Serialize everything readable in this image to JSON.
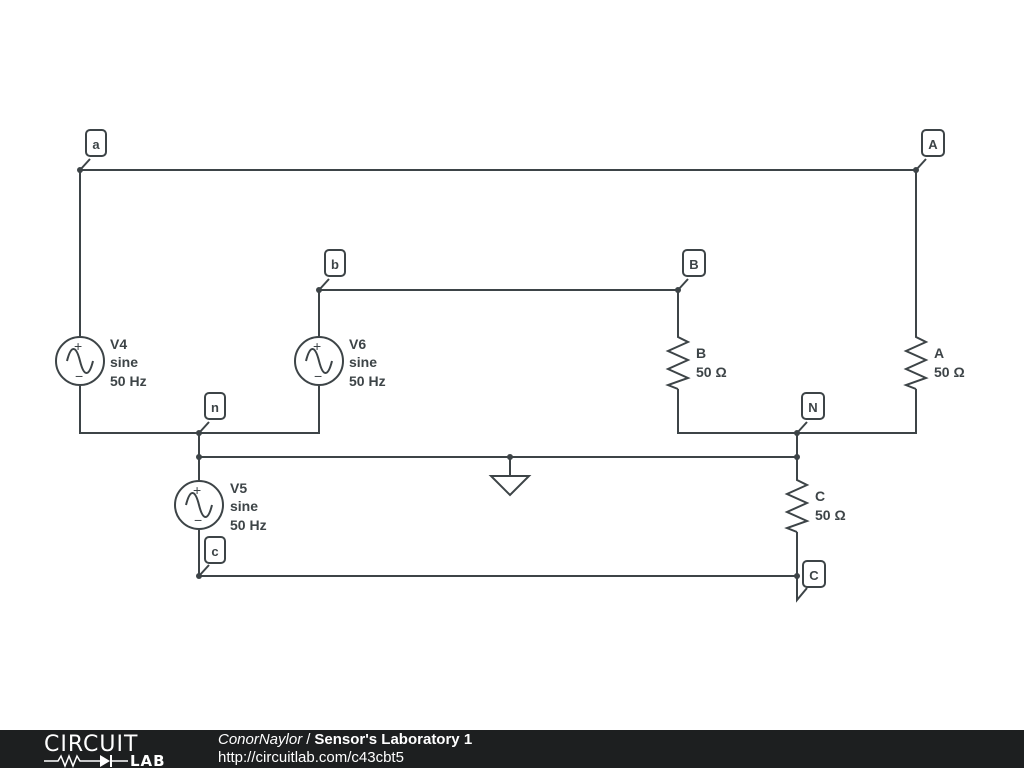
{
  "diagram": {
    "sources": [
      {
        "name": "V4",
        "type": "sine",
        "freq": "50 Hz"
      },
      {
        "name": "V6",
        "type": "sine",
        "freq": "50 Hz"
      },
      {
        "name": "V5",
        "type": "sine",
        "freq": "50 Hz"
      }
    ],
    "resistors": [
      {
        "name": "B",
        "value": "50 Ω"
      },
      {
        "name": "A",
        "value": "50 Ω"
      },
      {
        "name": "C",
        "value": "50 Ω"
      }
    ],
    "net_labels": [
      "a",
      "A",
      "b",
      "B",
      "n",
      "N",
      "c",
      "C"
    ],
    "ground": "ground"
  },
  "footer": {
    "logo_top": "CIRCUIT",
    "logo_bottom": "LAB",
    "author": "ConorNaylor",
    "separator": "/",
    "title": "Sensor's Laboratory 1",
    "url": "http://circuitlab.com/c43cbt5"
  },
  "colors": {
    "wire": "#3d4447",
    "footer_bg": "#1d1f20"
  }
}
